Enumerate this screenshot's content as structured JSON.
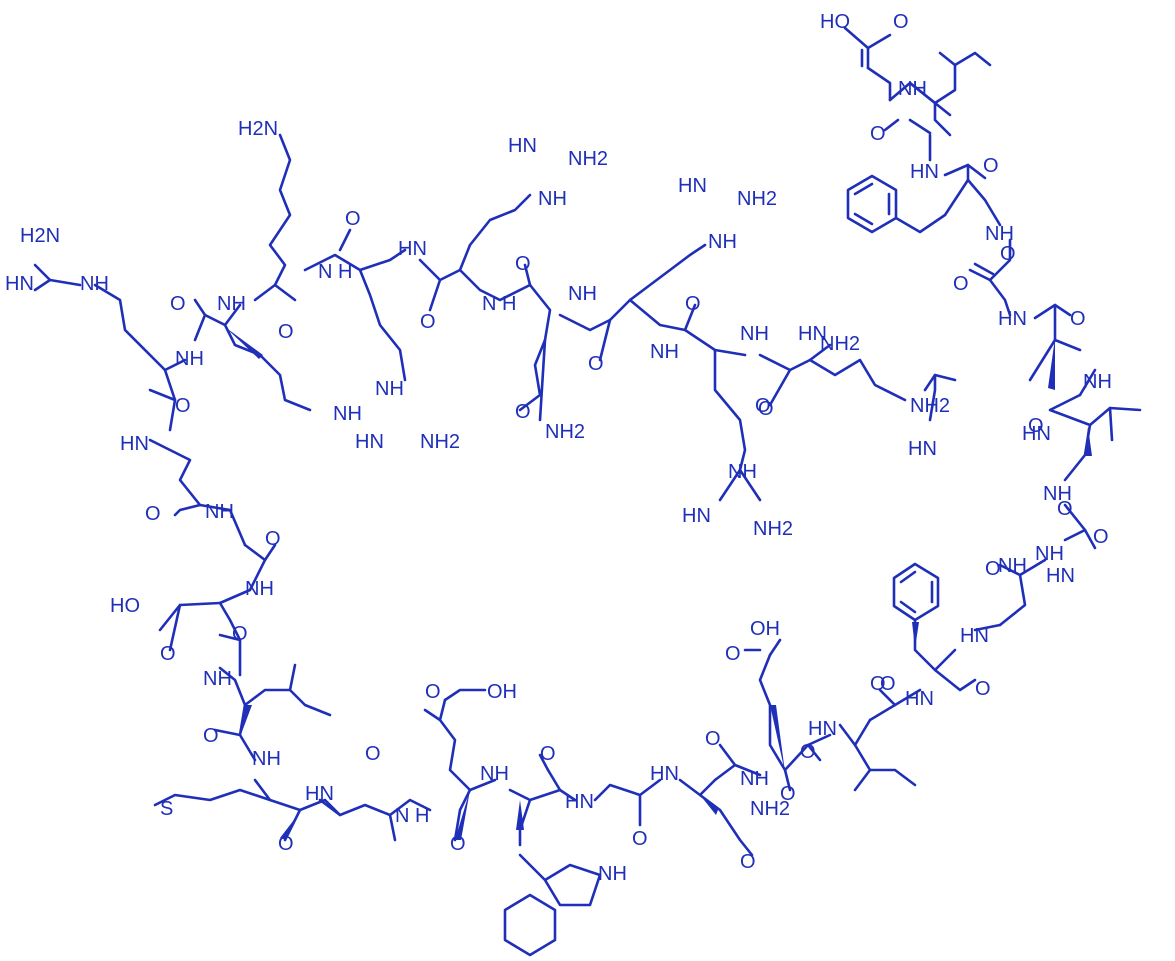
{
  "colors": {
    "ink": "#1f2fb8",
    "background": "#ffffff"
  },
  "labels": [
    "HO",
    "O",
    "NH",
    "O",
    "HN",
    "O",
    "NH",
    "O",
    "HN",
    "O",
    "NH",
    "O",
    "NH",
    "O",
    "HN",
    "O",
    "H2N",
    "HN",
    "NH2",
    "NH",
    "HN",
    "NH2",
    "NH",
    "H2N",
    "HN",
    "NH",
    "O",
    "NH",
    "O",
    "HN",
    "O",
    "NH",
    "O",
    "NH",
    "HN",
    "NH2",
    "O",
    "N H",
    "O",
    "N H",
    "O",
    "NH",
    "NH",
    "O",
    "NH",
    "O",
    "NH2",
    "HN",
    "NH2",
    "NH",
    "HN",
    "NH2",
    "HN",
    "O",
    "O",
    "NH",
    "HN",
    "NH",
    "NH",
    "O",
    "NH2",
    "O",
    "HN",
    "O",
    "HN",
    "O",
    "HO",
    "O",
    "NH",
    "O",
    "HN",
    "O",
    "O",
    "NH",
    "S",
    "NH",
    "O",
    "N H",
    "O",
    "O",
    "OH",
    "HN",
    "O",
    "O",
    "NH",
    "O",
    "HN",
    "O",
    "NH2",
    "O",
    "OH",
    "O",
    "HN",
    "NH",
    "O",
    "O",
    "NH",
    "O",
    "HN",
    "O",
    "NH"
  ]
}
